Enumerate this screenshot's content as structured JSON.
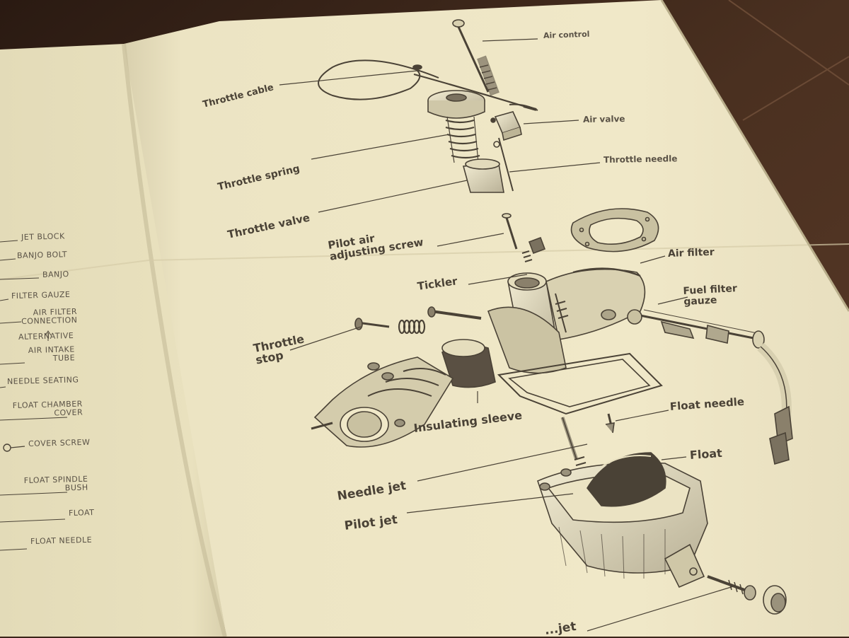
{
  "left_page_labels": [
    "JET BLOCK",
    "BANJO BOLT",
    "BANJO",
    "FILTER GAUZE",
    "AIR FILTER\nCONNECTION",
    "ALTERNATIVE",
    "AIR INTAKE\nTUBE",
    "NEEDLE SEATING",
    "FLOAT CHAMBER\nCOVER",
    "COVER SCREW",
    "FLOAT SPINDLE\nBUSH",
    "FLOAT",
    "FLOAT NEEDLE"
  ],
  "right_page_labels": {
    "air_control": "Air control",
    "throttle_cable": "Throttle cable",
    "air_valve": "Air valve",
    "throttle_spring": "Throttle spring",
    "throttle_needle": "Throttle needle",
    "throttle_valve": "Throttle valve",
    "pilot_air_adjusting_screw": "Pilot air\nadjusting screw",
    "air_filter": "Air filter",
    "tickler": "Tickler",
    "fuel_filter_gauze": "Fuel filter\ngauze",
    "throttle_stop": "Throttle\nstop",
    "insulating_sleeve": "Insulating sleeve",
    "float_needle": "Float needle",
    "float": "Float",
    "needle_jet": "Needle jet",
    "pilot_jet": "Pilot jet",
    "bottom_cut": "...jet"
  },
  "colors": {
    "paper": "#efe8c6",
    "paper_left": "#e6dfbd",
    "ink": "#4a4236",
    "background": "#3a2519"
  }
}
